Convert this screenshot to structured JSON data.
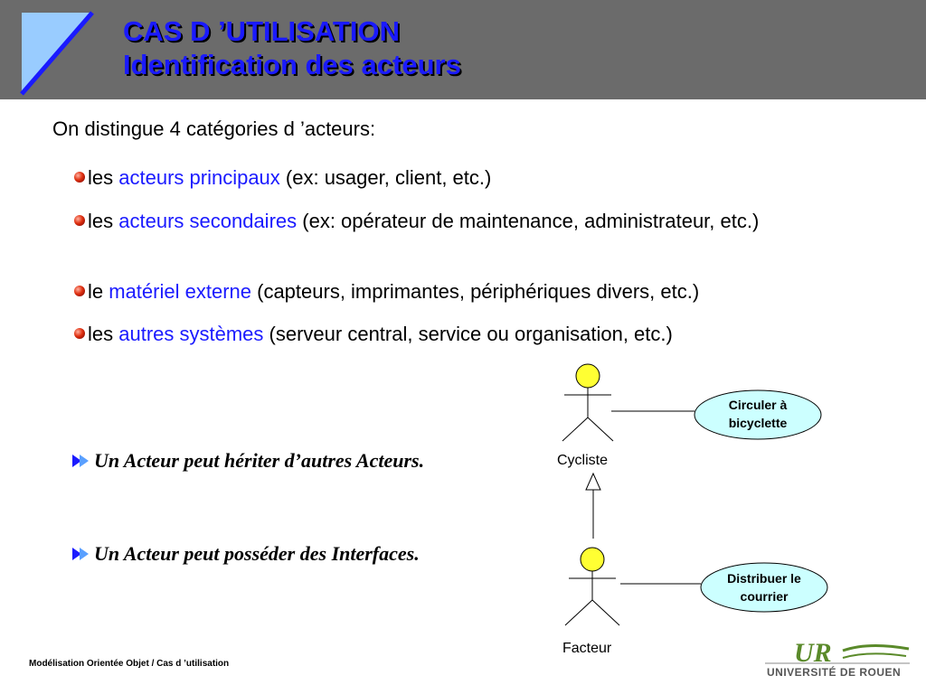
{
  "header": {
    "title_line1": "CAS D ’UTILISATION",
    "title_line2": "Identification des acteurs"
  },
  "intro": "On distingue 4 catégories d ’acteurs:",
  "bullets": [
    {
      "prefix": "les ",
      "highlight": "acteurs principaux",
      "suffix": " (ex: usager, client, etc.)"
    },
    {
      "prefix": "les ",
      "highlight": "acteurs secondaires",
      "suffix": " (ex: opérateur de maintenance, administrateur, etc.)"
    },
    {
      "prefix": "le ",
      "highlight": "matériel externe",
      "suffix": " (capteurs, imprimantes, périphériques divers, etc.)"
    },
    {
      "prefix": "les ",
      "highlight": "autres systèmes",
      "suffix": " (serveur central, service ou organisation, etc.)"
    }
  ],
  "notes": [
    "Un Acteur peut hériter d’autres Acteurs.",
    "Un Acteur peut posséder des Interfaces."
  ],
  "diagram": {
    "actor1": "Cycliste",
    "actor2": "Facteur",
    "usecase1_line1": "Circuler à",
    "usecase1_line2": "bicyclette",
    "usecase2_line1": "Distribuer le",
    "usecase2_line2": "courrier"
  },
  "footer": "Modélisation Orientée Objet / Cas d ’utilisation",
  "logo": {
    "wordmark": "UR",
    "name": "UNIVERSITÉ DE ROUEN"
  },
  "colors": {
    "header_bg": "#6b6b6b",
    "title": "#1a1aff",
    "highlight": "#1a1aff",
    "actor_head": "#ffff33",
    "usecase_fill": "#ccffff"
  }
}
